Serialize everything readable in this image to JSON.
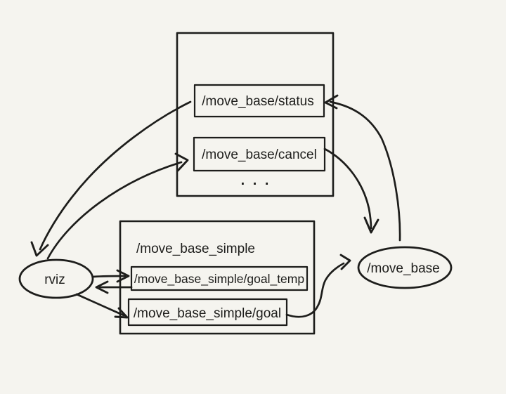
{
  "colors": {
    "ink": "#1d1d1b",
    "background": "#f5f4ef"
  },
  "diagram": {
    "action_group": {
      "topics": [
        {
          "label": "/move_base/status"
        },
        {
          "label": "/move_base/cancel"
        }
      ],
      "ellipsis": ". . ."
    },
    "simple_group": {
      "label": "/move_base_simple",
      "topics": [
        {
          "label": "/move_base_simple/goal_temp"
        },
        {
          "label": "/move_base_simple/goal"
        }
      ]
    },
    "nodes": {
      "rviz": {
        "label": "rviz"
      },
      "move_base": {
        "label": "/move_base"
      }
    },
    "edges": [
      {
        "from": "/move_base/status",
        "to": "rviz"
      },
      {
        "from": "rviz",
        "to": "/move_base/cancel"
      },
      {
        "from": "/move_base",
        "to": "/move_base/status"
      },
      {
        "from": "/move_base/cancel",
        "to": "/move_base"
      },
      {
        "from": "rviz",
        "to": "/move_base_simple/goal_temp"
      },
      {
        "from": "/move_base_simple/goal_temp",
        "to": "rviz"
      },
      {
        "from": "rviz",
        "to": "/move_base_simple/goal"
      },
      {
        "from": "/move_base_simple/goal",
        "to": "/move_base"
      }
    ]
  }
}
